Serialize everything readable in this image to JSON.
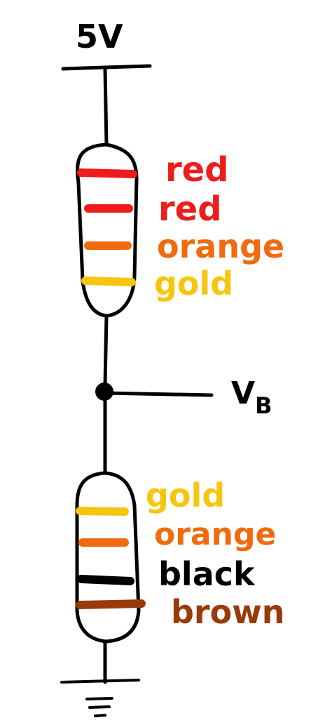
{
  "supply": {
    "label": "5V"
  },
  "node": {
    "label_main": "V",
    "label_sub": "B"
  },
  "colors": {
    "red": "#ee1c1c",
    "orange": "#f26a0e",
    "gold": "#f6c60f",
    "black": "#000000",
    "brown": "#9a3a0a"
  },
  "top_resistor": {
    "bands": [
      {
        "label": "red",
        "color": "#ee1c1c"
      },
      {
        "label": "red",
        "color": "#ee1c1c"
      },
      {
        "label": "orange",
        "color": "#f26a0e"
      },
      {
        "label": "gold",
        "color": "#f6c60f"
      }
    ]
  },
  "bottom_resistor": {
    "bands": [
      {
        "label": "gold",
        "color": "#f6c60f"
      },
      {
        "label": "orange",
        "color": "#f26a0e"
      },
      {
        "label": "black",
        "color": "#000000"
      },
      {
        "label": "brown",
        "color": "#9a3a0a"
      }
    ]
  }
}
